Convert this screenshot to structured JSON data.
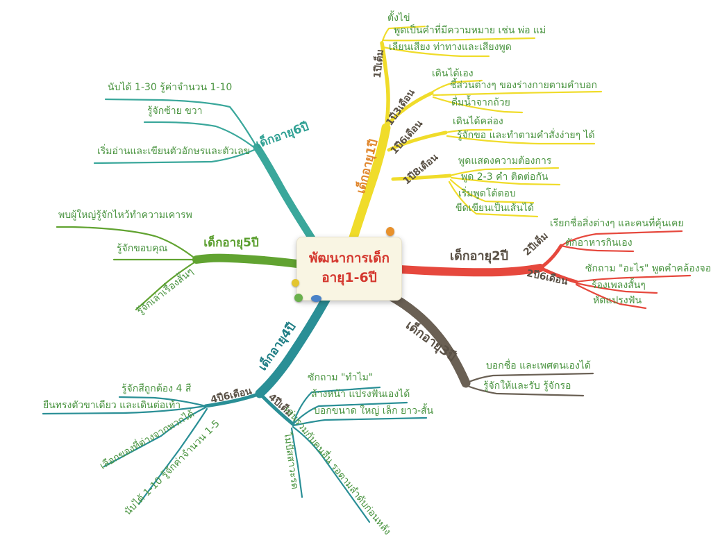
{
  "title": {
    "line1": "พัฒนาการเด็ก",
    "line2": "อายุ1-6ปี"
  },
  "colors": {
    "age1": "#f0dc2a",
    "age2": "#e6483d",
    "age3": "#6a6054",
    "age4": "#2a8f96",
    "age5": "#61a331",
    "age6": "#3aa79b",
    "age1_label": "#e0862c",
    "age4_label": "#1f7e85",
    "age5_label": "#5a9e2e",
    "age6_label": "#2fa093",
    "node_label": "#5a5146",
    "leaf_text": "#4a9440",
    "title_text": "#d4372e",
    "center_bg": "#f9f5e3"
  },
  "branches": {
    "age1": {
      "label": "เด็กอายุ1ปี",
      "subs": [
        {
          "label": "1ปีเต็ม",
          "items": [
            "ตั้งไข่",
            "พูดเป็นคำที่มีความหมาย เช่น พ่อ แม่",
            "เลียนเสียง ท่าทางและเสียงพูด"
          ]
        },
        {
          "label": "1ปี3เดือน",
          "items": [
            "เดินได้เอง",
            "ชี้ส่วนต่างๆ ของร่างกายตามคำบอก",
            "ดื่มน้ำจากถ้วย"
          ]
        },
        {
          "label": "1ปี6เดือน",
          "items": [
            "เดินได้คล่อง",
            "รู้จักขอ และทำตามคำสั่งง่ายๆ ได้"
          ]
        },
        {
          "label": "1ปี8เดือน",
          "items": [
            "พูดแสดงความต้องการ",
            "พูด 2-3 คำ ติดต่อกัน",
            "เริ่มพูดโต้ตอบ",
            "ขีดเขียนเป็นเส้นได้"
          ]
        }
      ]
    },
    "age2": {
      "label": "เด็กอายุ2ปี",
      "subs": [
        {
          "label": "2ปีเต็ม",
          "items": [
            "เรียกชื่อสิ่งต่างๆ และคนที่คุ้นเคย",
            "ตักอาหารกินเอง"
          ]
        },
        {
          "label": "2ปี6เดือน",
          "items": [
            "ซักถาม \"อะไร\" พูดคำคล้องจอง",
            "ร้องเพลงสั้นๆ",
            "หัดแปรงฟัน"
          ]
        }
      ]
    },
    "age3": {
      "label": "เด็กอายุ3ปี",
      "items": [
        "บอกชื่อ และเพศตนเองได้",
        "รู้จักให้และรับ รู้จักรอ"
      ]
    },
    "age4": {
      "label": "เด็กอายุ4ปี",
      "subs": [
        {
          "label": "4ปีเต็ม",
          "items": [
            "ซักถาม \"ทำไม\"",
            "ล้างหน้า แปรงฟันเองได้",
            "บอกขนาด ใหญ่ เล็ก ยาว-สั้น",
            "เล่นรวมกับคนอื่น รอตามลำดับก่อนหลัง",
            "ไม่ปัสสาวะรด"
          ]
        },
        {
          "label": "4ปี6เดือน",
          "items": [
            "รู้จักสีถูกต้อง 4 สี",
            "ยืนทรงตัวขาเดียว และเดินต่อเท้า",
            "เลือกของที่ต่างจากพวกได้",
            "นับได้ 1-10 รู้จักค่าจำนวน 1-5"
          ]
        }
      ]
    },
    "age5": {
      "label": "เด็กอายุ5ปี",
      "items": [
        "พบผู้ใหญ่รู้จักไหว้ทำความเคารพ",
        "รู้จักขอบคุณ",
        "รู้จักเล่าเรื่องสั้นๆ"
      ]
    },
    "age6": {
      "label": "เด็กอายุ6ปี",
      "items": [
        "นับได้ 1-30 รู้ค่าจำนวน 1-10",
        "รู้จักซ้าย ขวา",
        "เริ่มอ่านและเขียนตัวอักษรและตัวเลข"
      ]
    }
  },
  "decorations": {
    "pins": [
      "pushpin-orange",
      "pushpin-yellow",
      "clover-green",
      "pushpin-blue"
    ]
  }
}
